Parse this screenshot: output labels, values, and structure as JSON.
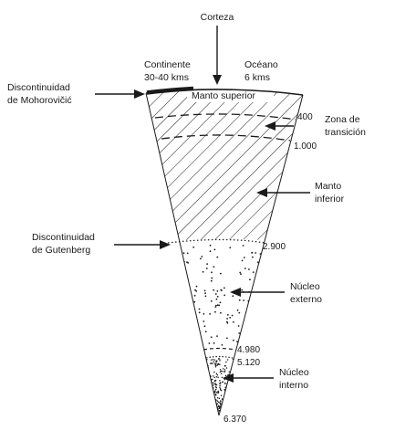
{
  "labels": {
    "crust": "Corteza",
    "continent": "Continente",
    "continent_thickness": "30-40 kms",
    "ocean": "Océano",
    "ocean_thickness": "6 kms",
    "moho_line1": "Discontinuidad",
    "moho_line2": "de Mohorovičić",
    "upper_mantle": "Manto superior",
    "transition_line1": "Zona de",
    "transition_line2": "transición",
    "lower_mantle_line1": "Manto",
    "lower_mantle_line2": "inferior",
    "gutenberg_line1": "Discontinuidad",
    "gutenberg_line2": "de Gutenberg",
    "outer_core_line1": "Núcleo",
    "outer_core_line2": "externo",
    "inner_core_line1": "Núcleo",
    "inner_core_line2": "interno"
  },
  "depths": {
    "d400": "400",
    "d1000": "1.000",
    "d2900": "2.900",
    "d4980": "4.980",
    "d5120": "5.120",
    "d6370": "6.370"
  },
  "colors": {
    "ink": "#1a1a1a",
    "background": "#ffffff"
  }
}
